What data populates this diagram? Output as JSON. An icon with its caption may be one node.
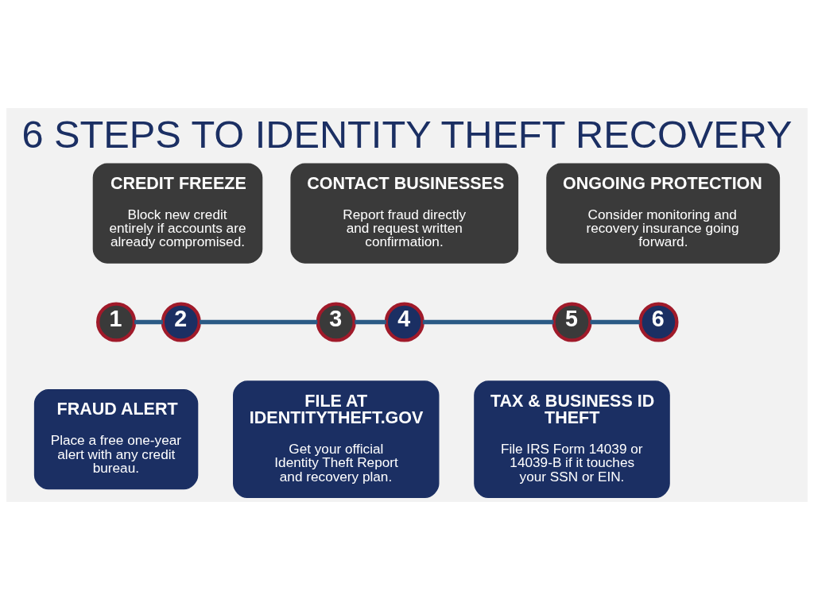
{
  "diagram": {
    "title": "6 STEPS TO IDENTITY THEFT RECOVERY",
    "nodes": [
      {
        "text": [
          "1"
        ]
      },
      {
        "text": [
          "2"
        ]
      },
      {
        "text": [
          "3"
        ]
      },
      {
        "text": [
          "4"
        ]
      },
      {
        "text": [
          "5"
        ]
      },
      {
        "text": [
          "6"
        ]
      },
      {
        "text": [
          "FRAUD ALERT",
          "Place a free one-year alert with any credit bureau."
        ]
      },
      {
        "text": [
          "CREDIT FREEZE",
          "Block new credit entirely if accounts are already compromised."
        ]
      },
      {
        "text": [
          "FILE AT IDENTITYTHEFT.GOV",
          "Get your official Identity Theft Report and recovery plan."
        ]
      },
      {
        "text": [
          "CONTACT BUSINESSES",
          "Report fraud directly and request written confirmation."
        ]
      },
      {
        "text": [
          "TAX & BUSINESS ID THEFT",
          "File IRS Form 14039 or 14039-B if it touches your SSN or EIN."
        ]
      },
      {
        "text": [
          "ONGOING PROTECTION",
          "Consider monitoring and recovery insurance going forward."
        ]
      }
    ],
    "edges": [
      {
        "from": 0,
        "to": 1,
        "arrow": "none"
      },
      {
        "from": 1,
        "to": 2,
        "arrow": "none"
      },
      {
        "from": 2,
        "to": 3,
        "arrow": "none"
      },
      {
        "from": 3,
        "to": 4,
        "arrow": "none"
      },
      {
        "from": 4,
        "to": 5,
        "arrow": "none"
      }
    ]
  }
}
